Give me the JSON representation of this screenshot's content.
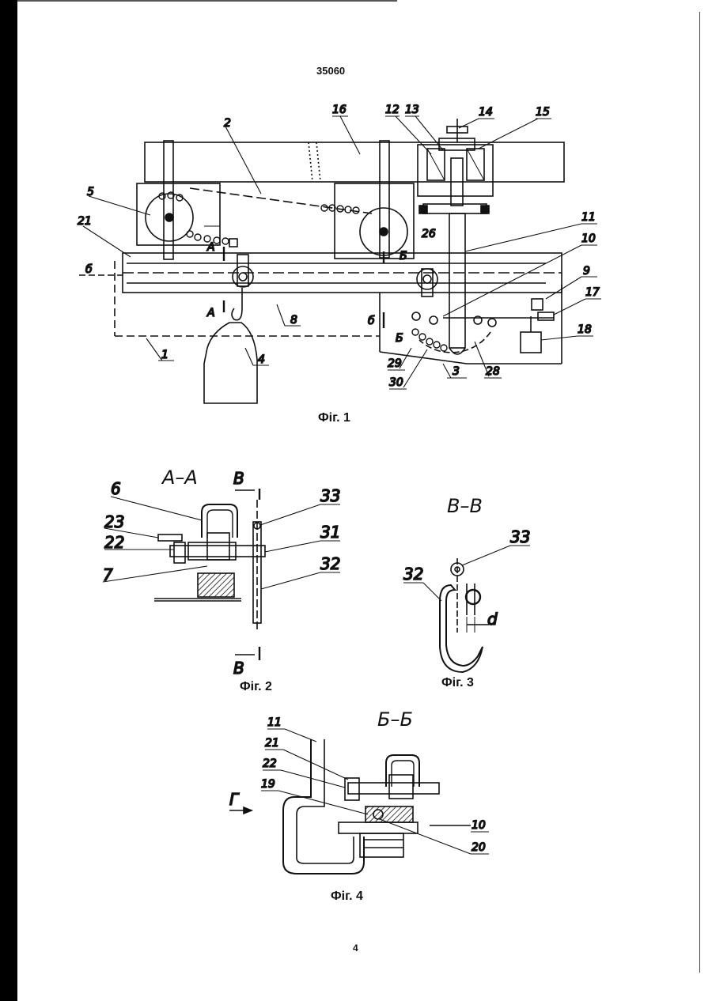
{
  "document": {
    "number": "35060",
    "page_number": "4"
  },
  "figures": {
    "fig1": {
      "caption": "Фіг. 1",
      "labels": [
        "16",
        "12",
        "13",
        "14",
        "15",
        "2",
        "5",
        "21",
        "11",
        "10",
        "9",
        "17",
        "18",
        "26",
        "8",
        "4",
        "1",
        "3",
        "28",
        "29",
        "30"
      ],
      "section_marks": [
        "А",
        "А",
        "Б",
        "Б",
        "б",
        "б"
      ]
    },
    "fig2": {
      "caption": "Фіг. 2",
      "section_title": "А–А",
      "labels": [
        "6",
        "23",
        "22",
        "7",
        "33",
        "31",
        "32"
      ],
      "section_marks": [
        "В",
        "В"
      ]
    },
    "fig3": {
      "caption": "Фіг. 3",
      "section_title": "В–В",
      "labels": [
        "33",
        "32",
        "d"
      ]
    },
    "fig4": {
      "caption": "Фіг. 4",
      "section_title": "Б–Б",
      "labels": [
        "11",
        "21",
        "22",
        "19",
        "10",
        "20"
      ],
      "direction_mark": "Г"
    }
  }
}
